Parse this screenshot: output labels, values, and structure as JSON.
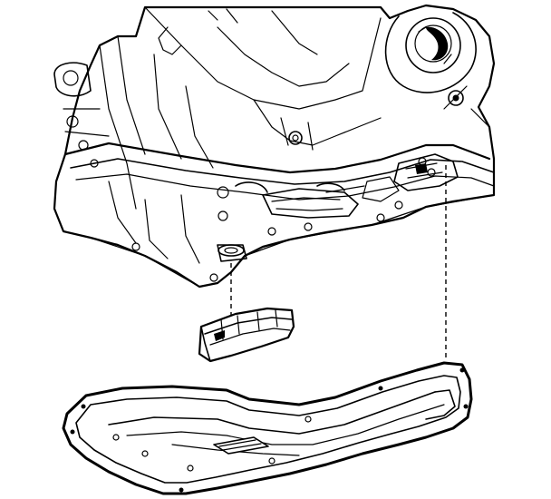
{
  "diagram": {
    "subject_icon": "transmission-oil-pan-exploded-line-drawing",
    "line_color": "#000000",
    "background_color": "#ffffff",
    "parts": [
      {
        "id": "transmission-case",
        "icon": "transmission-case-icon"
      },
      {
        "id": "filter-seal",
        "icon": "filter-seal-icon"
      },
      {
        "id": "oil-filter",
        "icon": "oil-filter-icon"
      },
      {
        "id": "oil-pan",
        "icon": "oil-pan-icon"
      }
    ]
  }
}
